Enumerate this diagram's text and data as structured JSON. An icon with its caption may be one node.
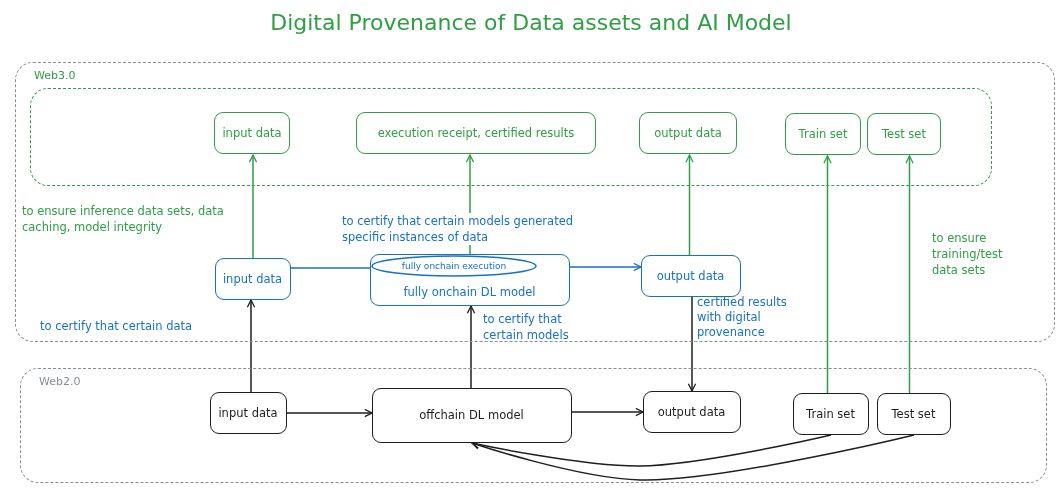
{
  "diagram": {
    "title": "Digital Provenance of Data assets and AI Model",
    "nodes": [
      {
        "text": [
          "Web3.0"
        ]
      },
      {
        "text": [],
        "shape": "box",
        "in": 0
      },
      {
        "text": [
          "input data"
        ],
        "in": 1
      },
      {
        "text": [
          "execution receipt, certified results"
        ],
        "in": 1
      },
      {
        "text": [
          "output data"
        ],
        "in": 1
      },
      {
        "text": [
          "Train set"
        ],
        "in": 1
      },
      {
        "text": [
          "Test set"
        ],
        "in": 1
      },
      {
        "text": [
          "input data"
        ],
        "in": 0
      },
      {
        "text": [
          "fully onchain DL model"
        ],
        "in": 0
      },
      {
        "text": [
          "fully onchain execution"
        ],
        "in": 8
      },
      {
        "text": [
          "output data"
        ],
        "in": 0
      },
      {
        "text": [
          "Web2.0"
        ]
      },
      {
        "text": [
          "input data"
        ],
        "in": 11
      },
      {
        "text": [
          "offchain DL model"
        ],
        "in": 11
      },
      {
        "text": [
          "output data"
        ],
        "in": 11
      },
      {
        "text": [
          "Train set"
        ],
        "in": 11
      },
      {
        "text": [
          "Test set"
        ],
        "in": 11
      }
    ],
    "edges": [
      {
        "from": 7,
        "to": 2,
        "arrow": "to",
        "color": "#2f9e44"
      },
      {
        "from": 8,
        "to": 3,
        "arrow": "to",
        "color": "#2f9e44"
      },
      {
        "from": 10,
        "to": 4,
        "arrow": "to",
        "color": "#2f9e44"
      },
      {
        "from": 15,
        "to": 5,
        "arrow": "to",
        "color": "#2f9e44"
      },
      {
        "from": 16,
        "to": 6,
        "arrow": "to",
        "color": "#2f9e44"
      },
      {
        "from": 7,
        "to": 9,
        "arrow": "none",
        "color": "#1971c2"
      },
      {
        "from": 9,
        "to": 10,
        "arrow": "to",
        "color": "#1971c2"
      },
      {
        "from": 12,
        "to": 7,
        "arrow": "to"
      },
      {
        "from": 13,
        "to": 8,
        "arrow": "to"
      },
      {
        "from": 10,
        "to": 14,
        "arrow": "to"
      },
      {
        "from": 12,
        "to": 13,
        "arrow": "to"
      },
      {
        "from": 13,
        "to": 14,
        "arrow": "to"
      },
      {
        "from": 15,
        "to": 13,
        "arrow": "to"
      },
      {
        "from": 16,
        "to": 13,
        "arrow": "to"
      }
    ],
    "labels": [
      "to ensure inference data sets, data caching, model integrity",
      "to certify that certain models generated specific instances of data",
      "to ensure training/test data sets",
      "to certify that certain data",
      "to certify that certain models",
      "certified results with digital provenance"
    ]
  }
}
